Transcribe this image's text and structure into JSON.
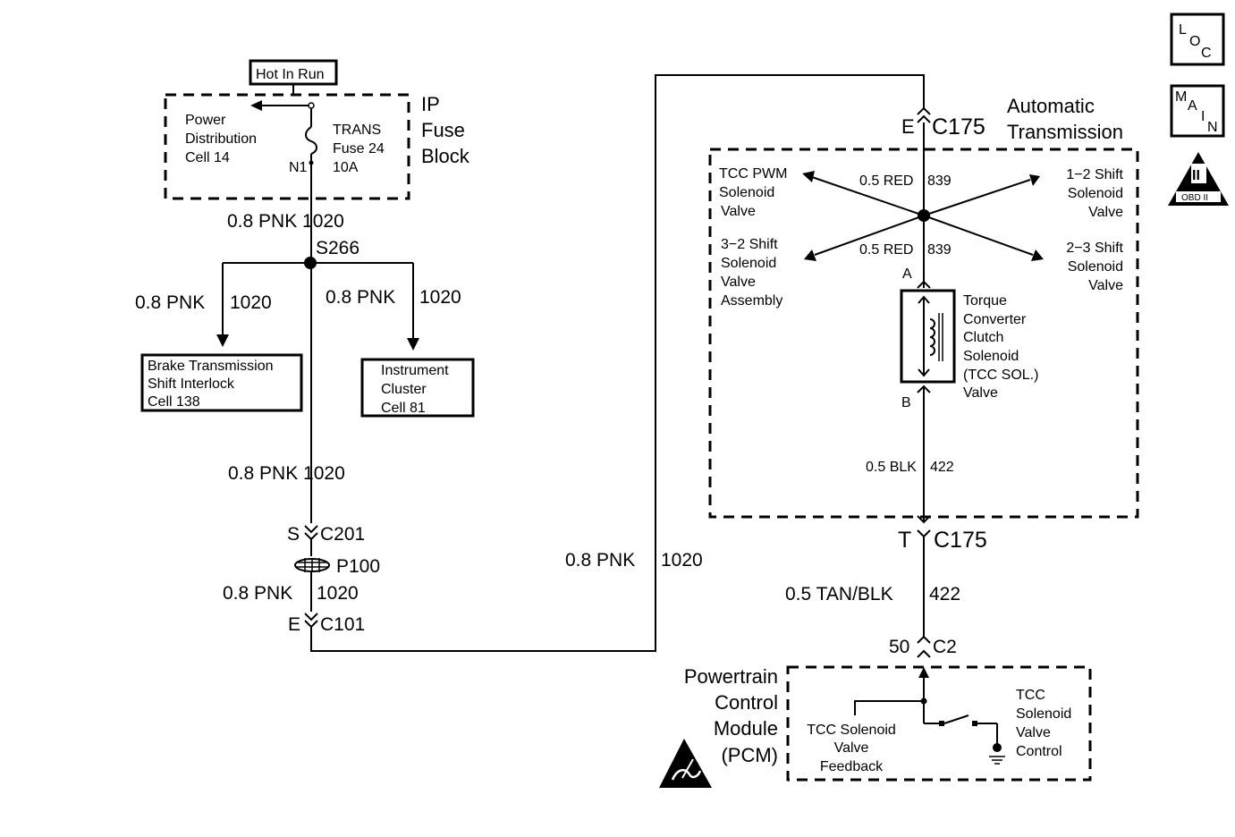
{
  "icons": {
    "loc": {
      "l": "L",
      "o": "O",
      "c": "C"
    },
    "main": {
      "m": "M",
      "a": "A",
      "i": "I",
      "n": "N"
    },
    "obd": {
      "numeral": "II",
      "caption": "OBD II"
    }
  },
  "fuse_block": {
    "hot_label": "Hot In Run",
    "title_lines": [
      "IP",
      "Fuse",
      "Block"
    ],
    "power_dist": [
      "Power",
      "Distribution",
      "Cell 14"
    ],
    "fuse": [
      "TRANS",
      "Fuse 24",
      "10A"
    ],
    "pin": "N1"
  },
  "left_wiring": {
    "wire_top": "0.8 PNK 1020",
    "splice": "S266",
    "branch_left": {
      "color": "0.8 PNK",
      "circuit": "1020"
    },
    "branch_right": {
      "color": "0.8 PNK",
      "circuit": "1020"
    },
    "brake_box": [
      "Brake Transmission",
      "Shift Interlock",
      "Cell 138"
    ],
    "cluster_box": [
      "Instrument",
      "Cluster",
      "Cell 81"
    ],
    "wire_mid": "0.8 PNK 1020",
    "c201": {
      "pin": "S",
      "name": "C201"
    },
    "p100": "P100",
    "wire_low": {
      "color": "0.8 PNK",
      "circuit": "1020"
    },
    "c101": {
      "pin": "E",
      "name": "C101"
    }
  },
  "run": {
    "color": "0.8 PNK",
    "circuit": "1020"
  },
  "transmission": {
    "c175_top": {
      "pin": "E",
      "name": "C175"
    },
    "title_lines": [
      "Automatic",
      "Transmission"
    ],
    "tcc_pwm": [
      "TCC PWM",
      "Solenoid",
      "Valve"
    ],
    "shift_12": [
      "1−2 Shift",
      "Solenoid",
      "Valve"
    ],
    "shift_32": [
      "3−2 Shift",
      "Solenoid",
      "Valve",
      "Assembly"
    ],
    "shift_23": [
      "2−3 Shift",
      "Solenoid",
      "Valve"
    ],
    "wire_upper": {
      "color": "0.5 RED",
      "circuit": "839"
    },
    "wire_lower": {
      "color": "0.5 RED",
      "circuit": "839"
    },
    "pin_a": "A",
    "pin_b": "B",
    "tcc_sol": [
      "Torque",
      "Converter",
      "Clutch",
      "Solenoid",
      "(TCC  SOL.)",
      "Valve"
    ],
    "wire_blk": {
      "color": "0.5 BLK",
      "circuit": "422"
    }
  },
  "c175_bottom": {
    "pin": "T",
    "name": "C175"
  },
  "wire_tan": {
    "color": "0.5 TAN/BLK",
    "circuit": "422"
  },
  "c2": {
    "pin": "50",
    "name": "C2"
  },
  "pcm": {
    "title_lines": [
      "Powertrain",
      "Control",
      "Module",
      "(PCM)"
    ],
    "feedback": [
      "TCC Solenoid",
      "Valve",
      "Feedback"
    ],
    "control": [
      "TCC",
      "Solenoid",
      "Valve",
      "Control"
    ]
  }
}
